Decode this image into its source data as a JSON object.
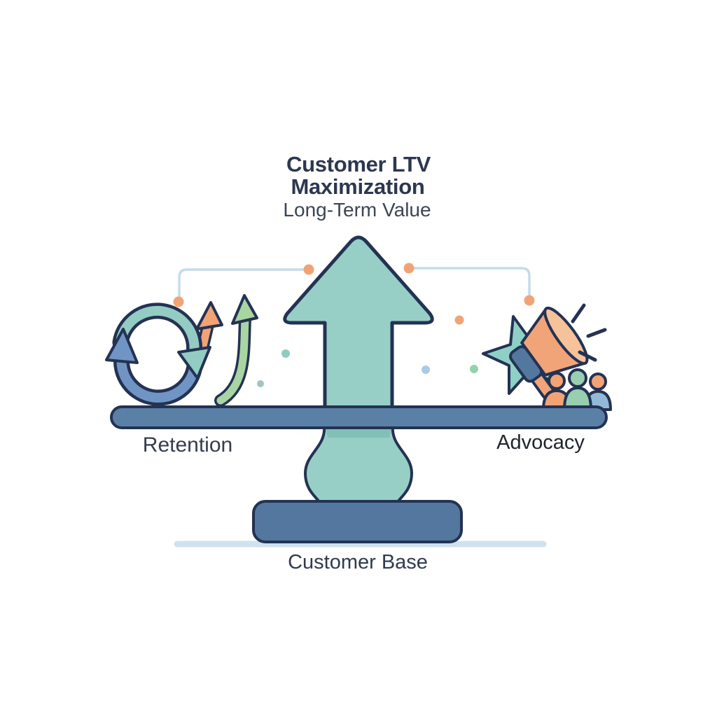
{
  "diagram": {
    "title_line1": "Customer LTV",
    "title_line2": "Maximization",
    "subtitle": "Long-Term Value",
    "left_label": "Retention",
    "right_label": "Advocacy",
    "bottom_label": "Customer Base",
    "icons": {
      "left": [
        "cycle-arrows-icon",
        "growth-arrows-icon"
      ],
      "right": [
        "star-icon",
        "megaphone-icon",
        "people-icon"
      ]
    }
  },
  "colors": {
    "background": "#ffffff",
    "outline_navy": "#243253",
    "title_text": "#2c3750",
    "subtitle_text": "#3c4557",
    "label_text": "#343d4c",
    "advocacy_text": "#20242c",
    "customer_base_text": "#2f3a52",
    "arrow_teal": "#97cfc7",
    "arrow_shadow_teal": "#7fbcb4",
    "beam_blue": "#5b80a5",
    "pedestal_blue": "#54779f",
    "ground_line": "#cfe2ed",
    "connector_line": "#c3dcea",
    "dot_orange": "#f2a376",
    "dot_teal": "#8ecbc3",
    "dot_gray_teal": "#a5c3c3",
    "dot_light_blue": "#a9cbe3",
    "dot_green": "#96d0ac",
    "cycle_teal": "#93ccc2",
    "cycle_blue": "#7095c5",
    "growth_orange": "#f2a376",
    "growth_green": "#a8d5a2",
    "star_teal": "#8fd0c6",
    "megaphone_orange": "#f0a478",
    "megaphone_mouth": "#f6c29a",
    "megaphone_band_blue": "#54779f",
    "person_orange": "#f2a376",
    "person_green": "#97cfb0",
    "person_blue": "#93b9d9"
  }
}
